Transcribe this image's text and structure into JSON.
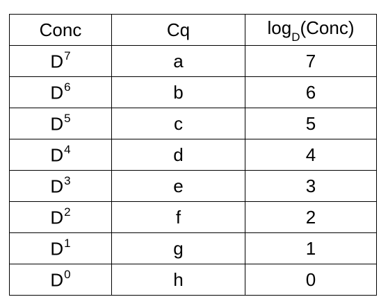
{
  "table": {
    "headers": {
      "conc": "Conc",
      "cq": "Cq",
      "log_prefix": "log",
      "log_base": "D",
      "log_suffix": "(Conc)"
    },
    "rows": [
      {
        "base": "D",
        "exp": "7",
        "cq": "a",
        "log": "7"
      },
      {
        "base": "D",
        "exp": "6",
        "cq": "b",
        "log": "6"
      },
      {
        "base": "D",
        "exp": "5",
        "cq": "c",
        "log": "5"
      },
      {
        "base": "D",
        "exp": "4",
        "cq": "d",
        "log": "4"
      },
      {
        "base": "D",
        "exp": "3",
        "cq": "e",
        "log": "3"
      },
      {
        "base": "D",
        "exp": "2",
        "cq": "f",
        "log": "2"
      },
      {
        "base": "D",
        "exp": "1",
        "cq": "g",
        "log": "1"
      },
      {
        "base": "D",
        "exp": "0",
        "cq": "h",
        "log": "0"
      }
    ]
  }
}
